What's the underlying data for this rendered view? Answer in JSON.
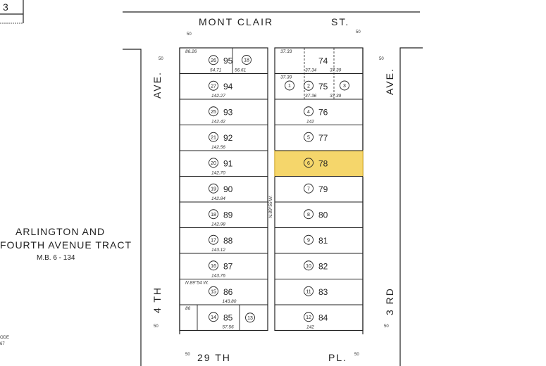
{
  "map_sheet": {
    "corner_number": "3",
    "corner_code_top": "",
    "corner_code_bottom": "ODE\n67"
  },
  "streets": {
    "north": "MONT CLAIR",
    "north_suffix": "ST.",
    "south": "29 TH",
    "south_suffix": "PL.",
    "west_name": "4 TH",
    "west_suffix": "AVE.",
    "east_name": "3 RD",
    "east_suffix": "AVE."
  },
  "tract": {
    "line1": "ARLINGTON AND",
    "line2": "FOURTH AVENUE TRACT",
    "line3": "M.B. 6 - 134"
  },
  "highlight": {
    "lot": "78",
    "color": "#f5d66b",
    "border": "#e2b833"
  },
  "west_block": {
    "lots": [
      {
        "lot": "95",
        "parcel": "26",
        "dims": [
          "86.26",
          "54.71",
          "56.61"
        ]
      },
      {
        "lot": "94",
        "parcel": "27",
        "dims": [
          "142.27"
        ]
      },
      {
        "lot": "93",
        "parcel": "25",
        "dims": [
          "142.42"
        ]
      },
      {
        "lot": "92",
        "parcel": "21",
        "dims": [
          "142.56"
        ]
      },
      {
        "lot": "91",
        "parcel": "20",
        "dims": [
          "142.70"
        ]
      },
      {
        "lot": "90",
        "parcel": "19",
        "dims": [
          "142.84"
        ]
      },
      {
        "lot": "89",
        "parcel": "18",
        "dims": [
          "142.98"
        ]
      },
      {
        "lot": "88",
        "parcel": "17",
        "dims": [
          "143.12"
        ]
      },
      {
        "lot": "87",
        "parcel": "16",
        "dims": [
          "143.76"
        ]
      },
      {
        "lot": "86",
        "parcel": "15",
        "dims": [
          "N.89°54 W.",
          "143.80"
        ]
      },
      {
        "lot": "85",
        "parcel": "14",
        "dims": [
          "86",
          "57.56"
        ]
      }
    ],
    "bearing": "N.89°54 W."
  },
  "east_block": {
    "lots": [
      {
        "lot": "74",
        "parcel": "",
        "dims": [
          "37.33",
          "37.34",
          "37.39"
        ]
      },
      {
        "lot": "75",
        "parcel": "2",
        "dims": [
          "37.39",
          "37.36",
          "37.39"
        ]
      },
      {
        "lot": "76",
        "parcel": "4",
        "dims": [
          "142"
        ]
      },
      {
        "lot": "77",
        "parcel": "5",
        "dims": []
      },
      {
        "lot": "78",
        "parcel": "6",
        "dims": []
      },
      {
        "lot": "79",
        "parcel": "7",
        "dims": []
      },
      {
        "lot": "80",
        "parcel": "8",
        "dims": []
      },
      {
        "lot": "81",
        "parcel": "9",
        "dims": []
      },
      {
        "lot": "82",
        "parcel": "10",
        "dims": []
      },
      {
        "lot": "83",
        "parcel": "11",
        "dims": []
      },
      {
        "lot": "84",
        "parcel": "12",
        "dims": [
          "142"
        ]
      }
    ],
    "extra_parcels": [
      "1",
      "3"
    ]
  },
  "alley_label": "N.89°55'W."
}
